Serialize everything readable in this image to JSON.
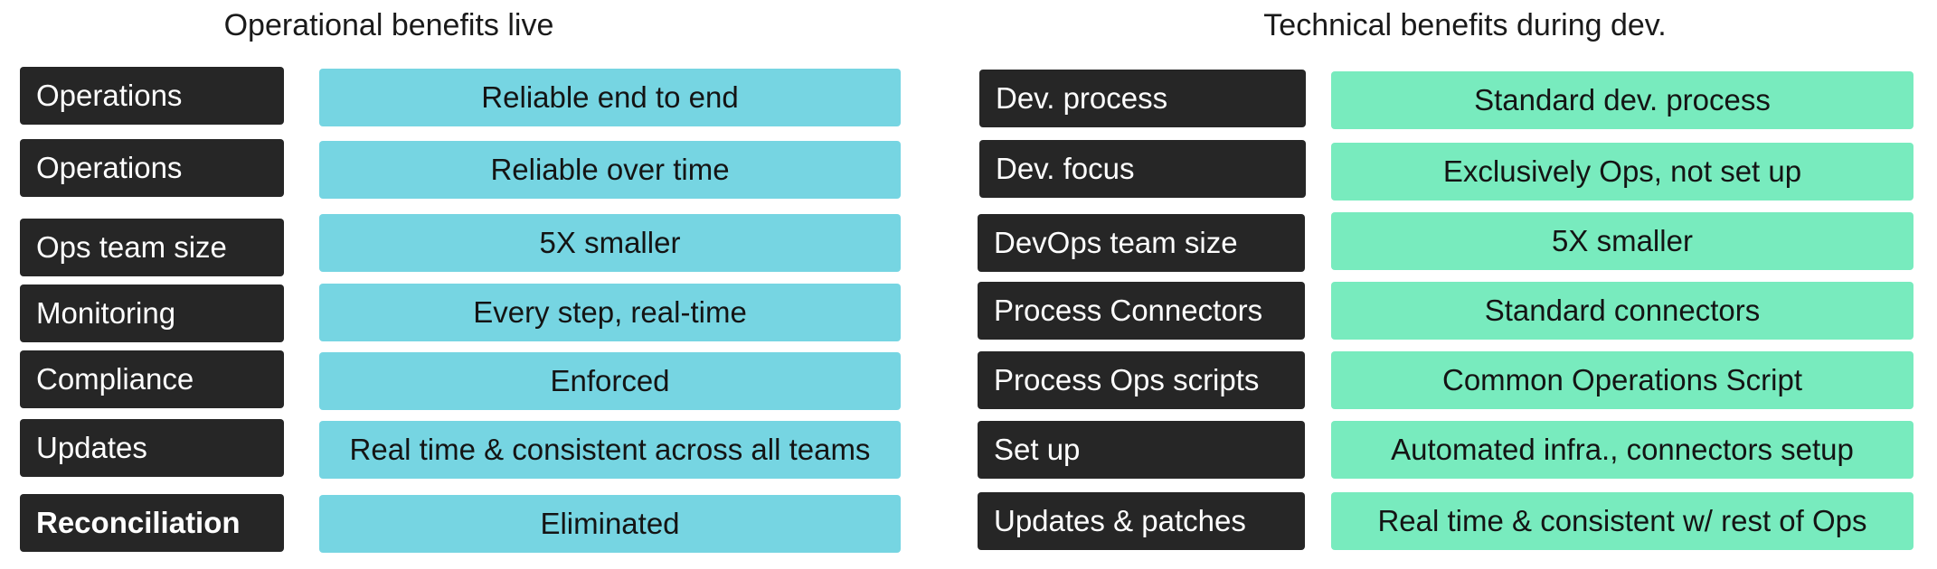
{
  "operational": {
    "title": "Operational benefits live",
    "rows": [
      {
        "label": "Operations",
        "value": "Reliable end to end"
      },
      {
        "label": "Operations",
        "value": "Reliable over time"
      },
      {
        "label": "Ops team size",
        "value": "5X smaller"
      },
      {
        "label": "Monitoring",
        "value": "Every step, real-time"
      },
      {
        "label": "Compliance",
        "value": "Enforced"
      },
      {
        "label": "Updates",
        "value": "Real time & consistent across all teams"
      },
      {
        "label": "Reconciliation",
        "value": "Eliminated"
      }
    ]
  },
  "technical": {
    "title": "Technical benefits during dev.",
    "rows": [
      {
        "label": "Dev. process",
        "value": "Standard dev. process"
      },
      {
        "label": "Dev. focus",
        "value": "Exclusively Ops, not set up"
      },
      {
        "label": "DevOps team size",
        "value": "5X smaller"
      },
      {
        "label": "Process Connectors",
        "value": "Standard connectors"
      },
      {
        "label": "Process Ops scripts",
        "value": "Common Operations Script"
      },
      {
        "label": "Set up",
        "value": "Automated infra., connectors setup"
      },
      {
        "label": "Updates & patches",
        "value": "Real time & consistent w/ rest of Ops"
      }
    ]
  },
  "colors": {
    "label_bg": "#262626",
    "operational_value_bg": "#76d5e2",
    "technical_value_bg": "#78ebbe"
  }
}
